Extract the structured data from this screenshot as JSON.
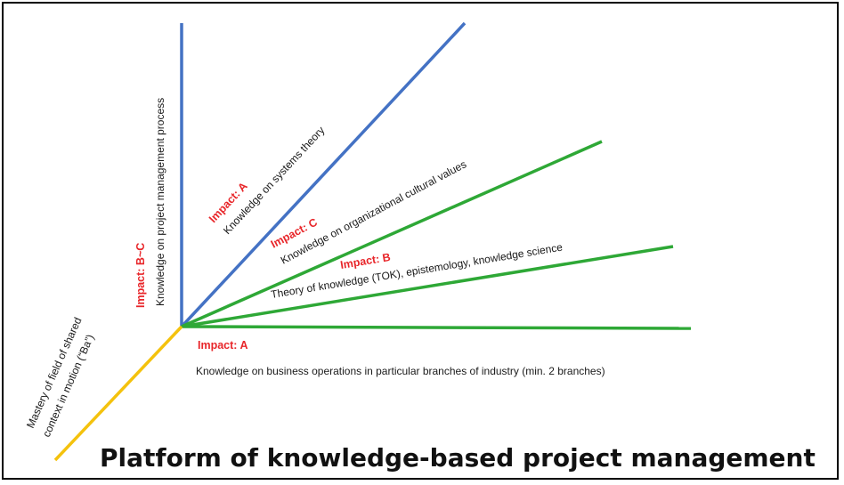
{
  "title": "Platform of knowledge-based project management",
  "colors": {
    "blue": "#4472c4",
    "green": "#2ea836",
    "yellow": "#f4c20d",
    "impact": "#e8262a",
    "text": "#1a1a1a"
  },
  "branches": [
    {
      "label": "Knowledge on project management process",
      "impact": "Impact: B~C",
      "color": "blue"
    },
    {
      "label": "Knowledge on systems theory",
      "impact": "Impact: A",
      "color": "blue"
    },
    {
      "label": "Knowledge on organizational cultural values",
      "impact": "Impact: C",
      "color": "green"
    },
    {
      "label": "Theory of knowledge (TOK), epistemology, knowledge science",
      "impact": "Impact:  B",
      "color": "green"
    },
    {
      "label": "Knowledge on business operations in particular branches of industry (min. 2 branches)",
      "impact": "Impact:  A",
      "color": "green"
    },
    {
      "label_lines": [
        "Mastery of field of shared",
        "context in  motion (“Ba”)"
      ],
      "color": "yellow"
    }
  ]
}
